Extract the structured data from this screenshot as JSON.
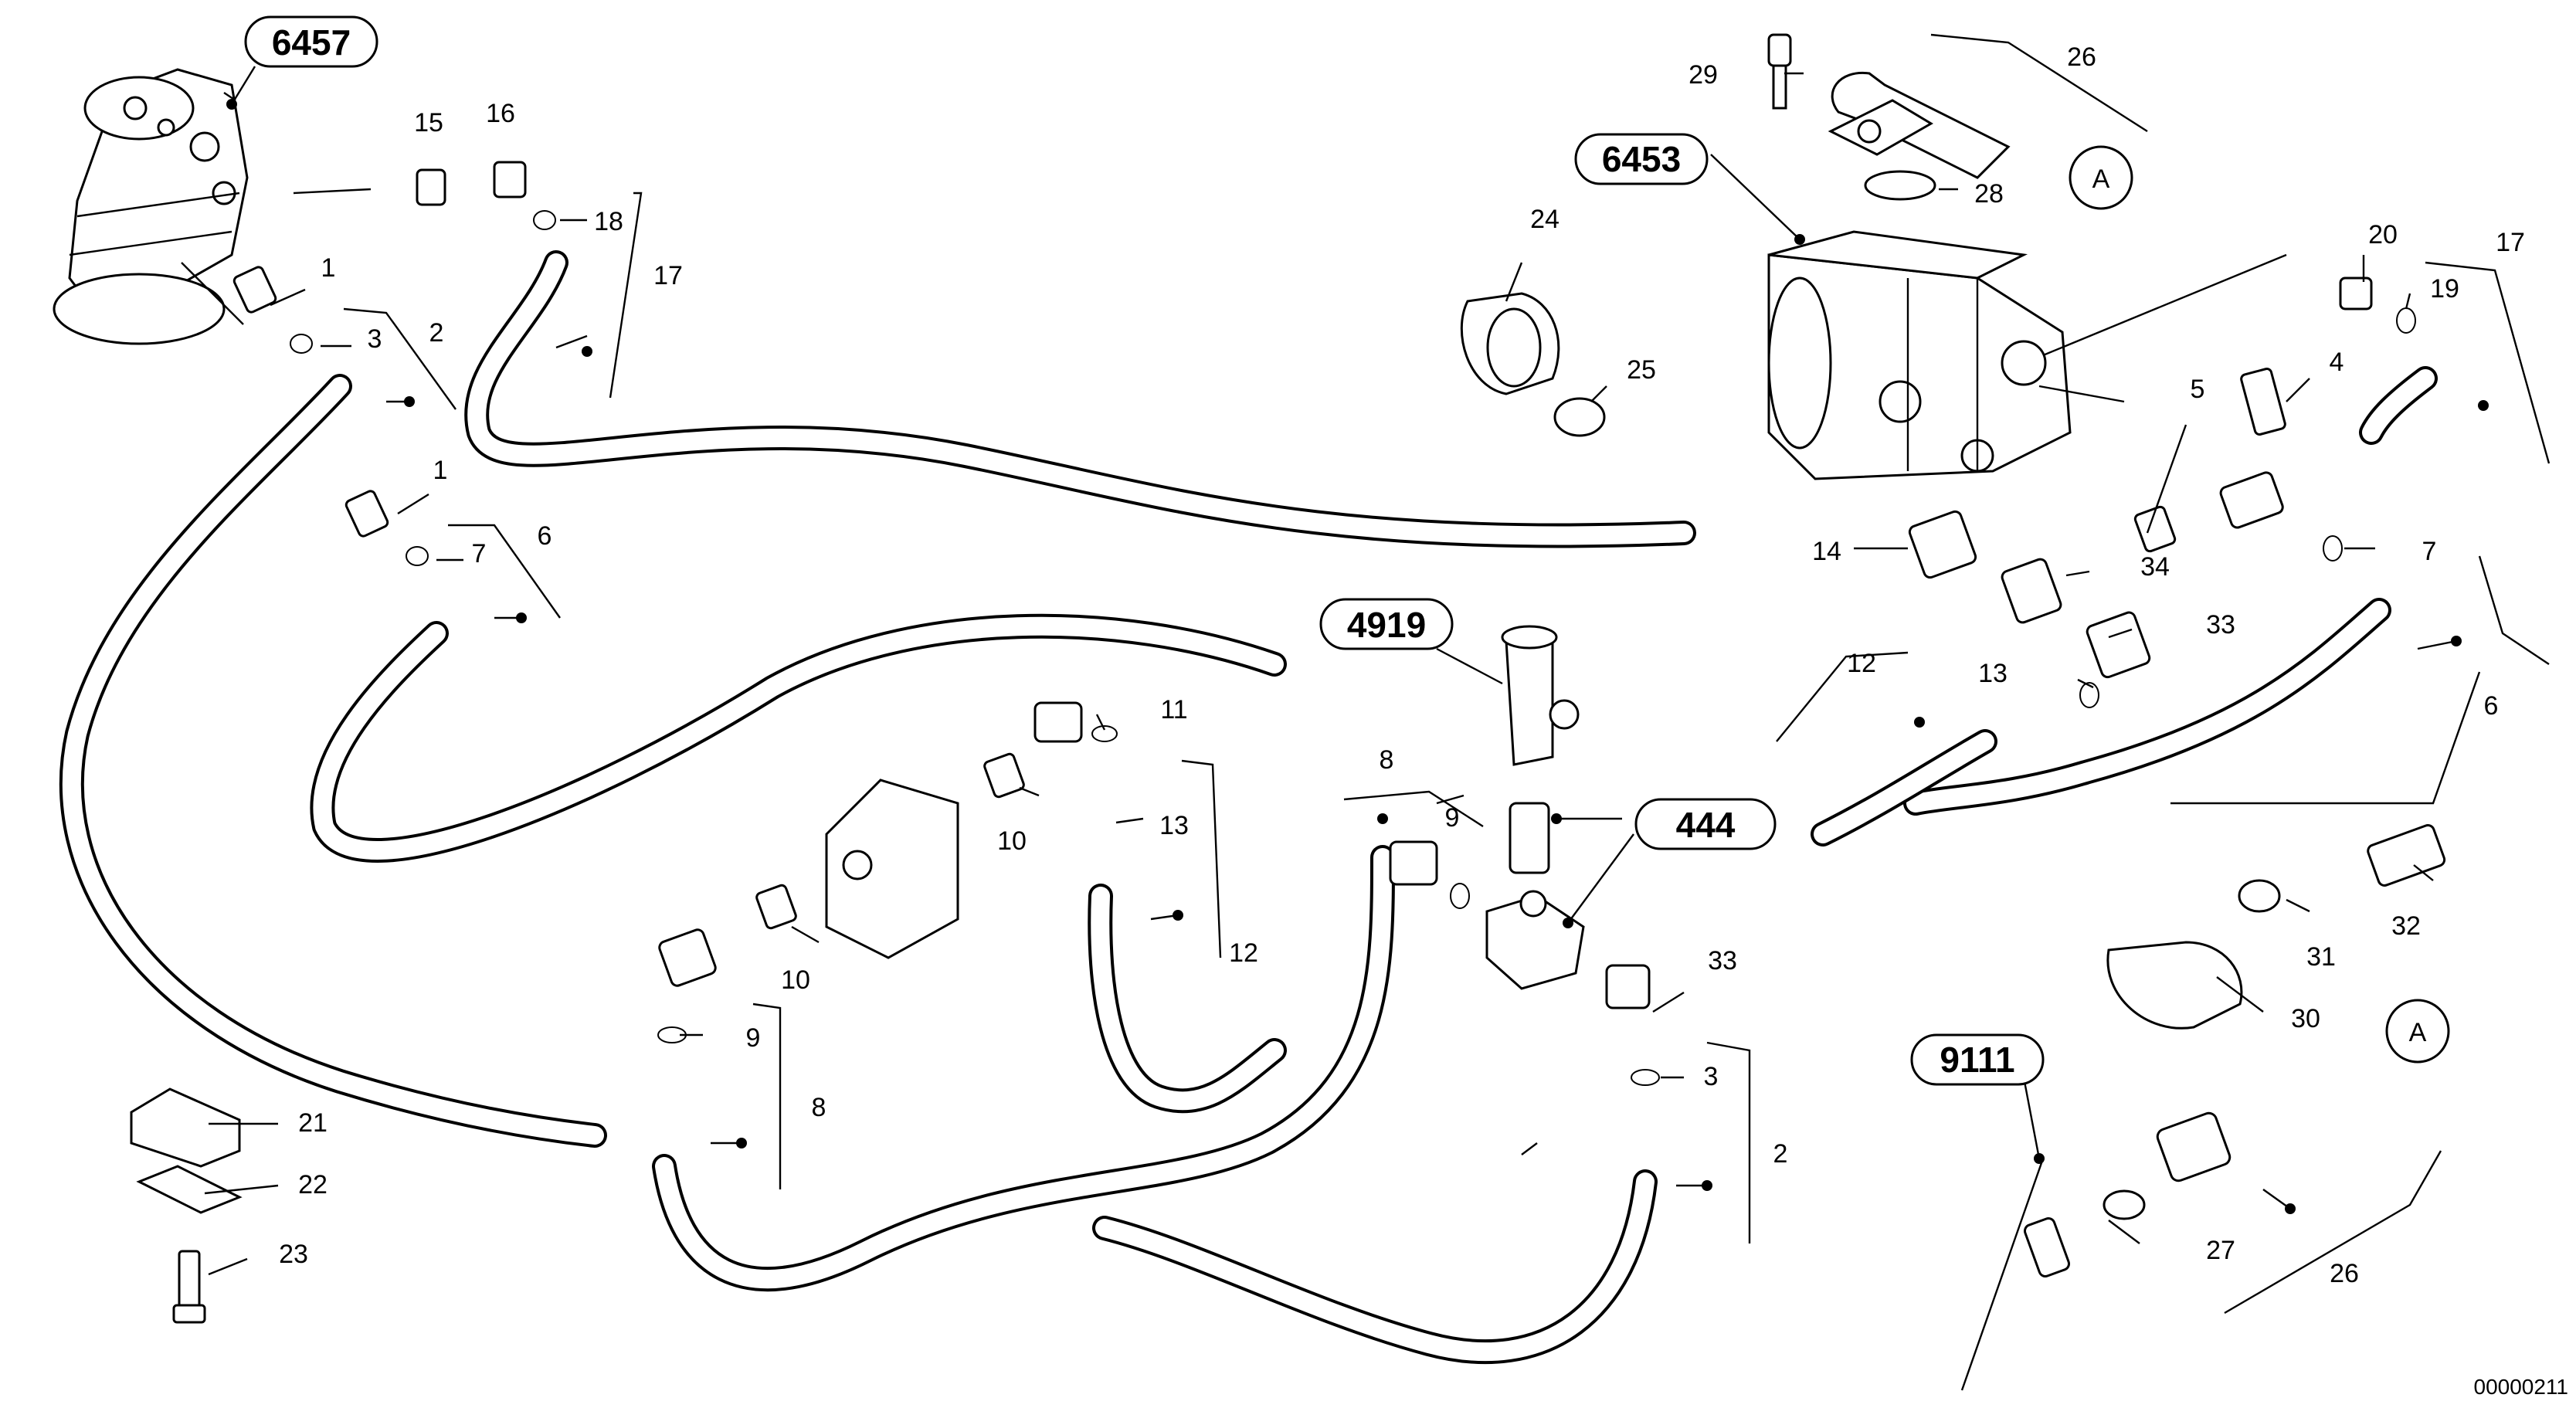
{
  "references": {
    "r6457": "6457",
    "r6453": "6453",
    "r4919": "4919",
    "r444": "444",
    "r9111": "9111"
  },
  "connector_label": "A",
  "parts": {
    "p1": "1",
    "p2": "2",
    "p3": "3",
    "p4": "4",
    "p5": "5",
    "p6": "6",
    "p7": "7",
    "p8": "8",
    "p9": "9",
    "p10": "10",
    "p11": "11",
    "p12": "12",
    "p13": "13",
    "p14": "14",
    "p15": "15",
    "p16": "16",
    "p17": "17",
    "p18": "18",
    "p19": "19",
    "p20": "20",
    "p21": "21",
    "p22": "22",
    "p23": "23",
    "p24": "24",
    "p25": "25",
    "p26": "26",
    "p27": "27",
    "p28": "28",
    "p29": "29",
    "p30": "30",
    "p31": "31",
    "p32": "32",
    "p33": "33",
    "p34": "34"
  },
  "drawing_number": "00000211"
}
